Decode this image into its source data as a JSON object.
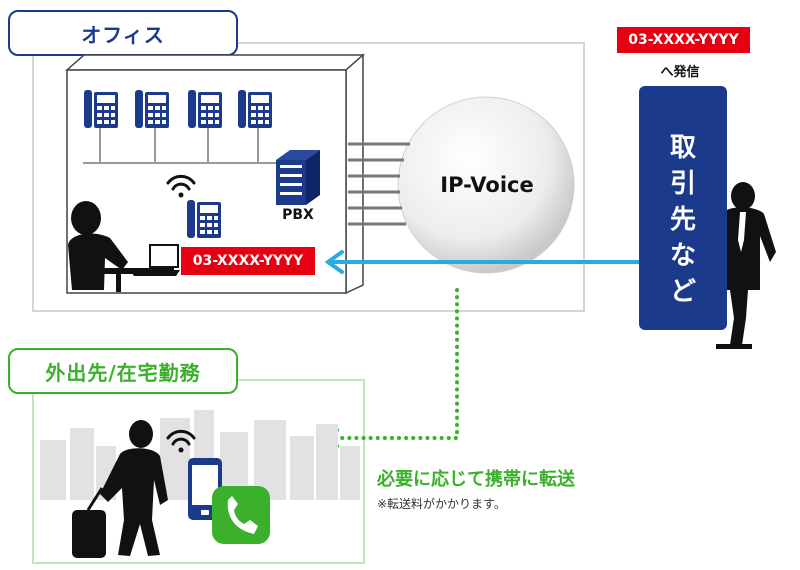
{
  "office": {
    "label": "オフィス",
    "pbx_label": "PBX",
    "number_badge": "03-XXXX-YYYY"
  },
  "remote": {
    "label": "外出先/在宅勤務"
  },
  "ipvoice": {
    "label": "IP-Voice"
  },
  "partner": {
    "label_chars": [
      "取",
      "引",
      "先",
      "な",
      "ど"
    ],
    "call_number": "03-XXXX-YYYY",
    "call_suffix": "へ発信"
  },
  "forwarding": {
    "main": "必要に応じて携帯に転送",
    "note": "※転送料がかかります。"
  },
  "colors": {
    "navy": "#1b3a8c",
    "red": "#e60012",
    "green": "#3bb02a",
    "light_green": "#bfe8b7",
    "arrow_blue": "#29abe2",
    "gray": "#d6d6d6"
  }
}
